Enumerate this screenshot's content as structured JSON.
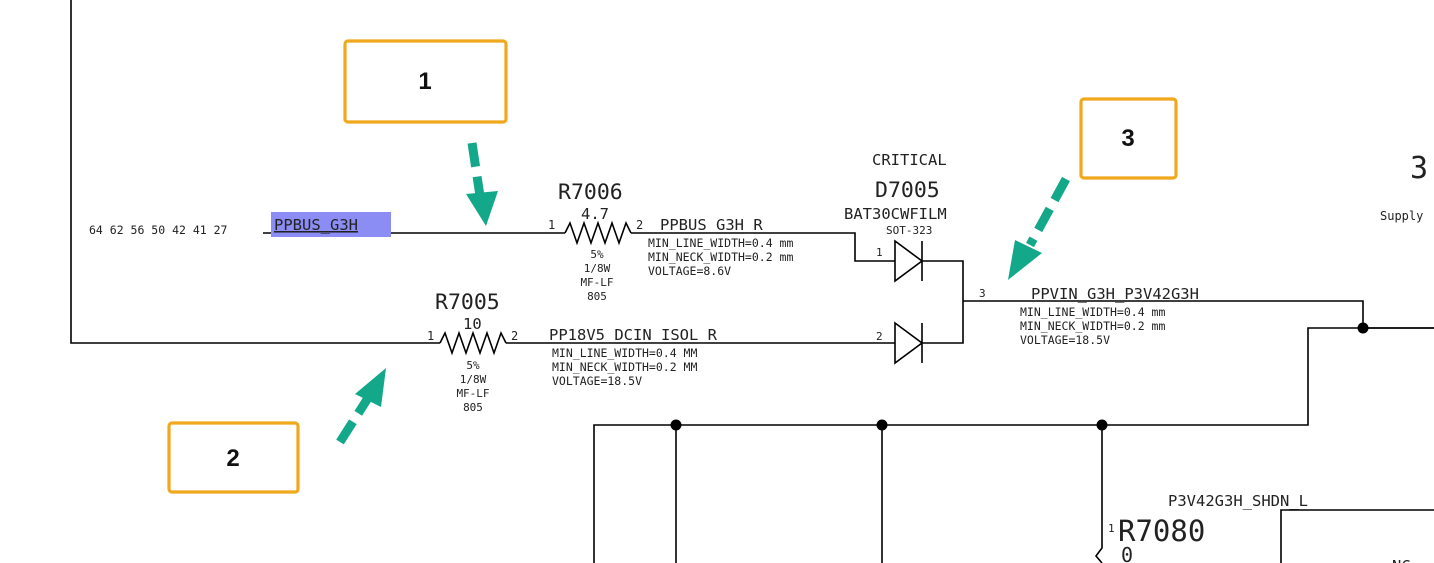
{
  "colors": {
    "wire": "#000000",
    "net_highlight": "#8c8cf5",
    "callout_border": "#f0a81c",
    "arrow": "#14a88a"
  },
  "callouts": [
    {
      "label": "1"
    },
    {
      "label": "2"
    },
    {
      "label": "3"
    }
  ],
  "page_refs": "64 62 56 50 42 41 27",
  "nets": {
    "ppbus_g3h": "PPBUS_G3H",
    "ppbus_g3h_r": "PPBUS_G3H_R",
    "pp18v5": "PP18V5_DCIN_ISOL_R",
    "ppvin": "PPVIN_G3H_P3V42G3H",
    "shdn": "P3V42G3H_SHDN_L"
  },
  "r7006": {
    "ref": "R7006",
    "value": "4.7",
    "pin1": "1",
    "pin2": "2",
    "tolerance": "5%",
    "power": "1/8W",
    "type": "MF-LF",
    "package": "805"
  },
  "r7005": {
    "ref": "R7005",
    "value": "10",
    "pin1": "1",
    "pin2": "2",
    "tolerance": "5%",
    "power": "1/8W",
    "type": "MF-LF",
    "package": "805"
  },
  "d7005": {
    "critical": "CRITICAL",
    "ref": "D7005",
    "part": "BAT30CWFILM",
    "package": "SOT-323",
    "pin1": "1",
    "pin2": "2",
    "pin3": "3"
  },
  "r7080": {
    "ref": "R7080",
    "value": "0",
    "pin1": "1"
  },
  "props_ppbus_r": [
    "MIN_LINE_WIDTH=0.4 mm",
    "MIN_NECK_WIDTH=0.2 mm",
    "VOLTAGE=8.6V"
  ],
  "props_pp18v5": [
    "MIN_LINE_WIDTH=0.4 MM",
    "MIN_NECK_WIDTH=0.2 MM",
    "VOLTAGE=18.5V"
  ],
  "props_ppvin": [
    "MIN_LINE_WIDTH=0.4 mm",
    "MIN_NECK_WIDTH=0.2 mm",
    "VOLTAGE=18.5V"
  ],
  "edge_text": {
    "right_number": "3",
    "supply": "Supply",
    "nc": "NC"
  }
}
